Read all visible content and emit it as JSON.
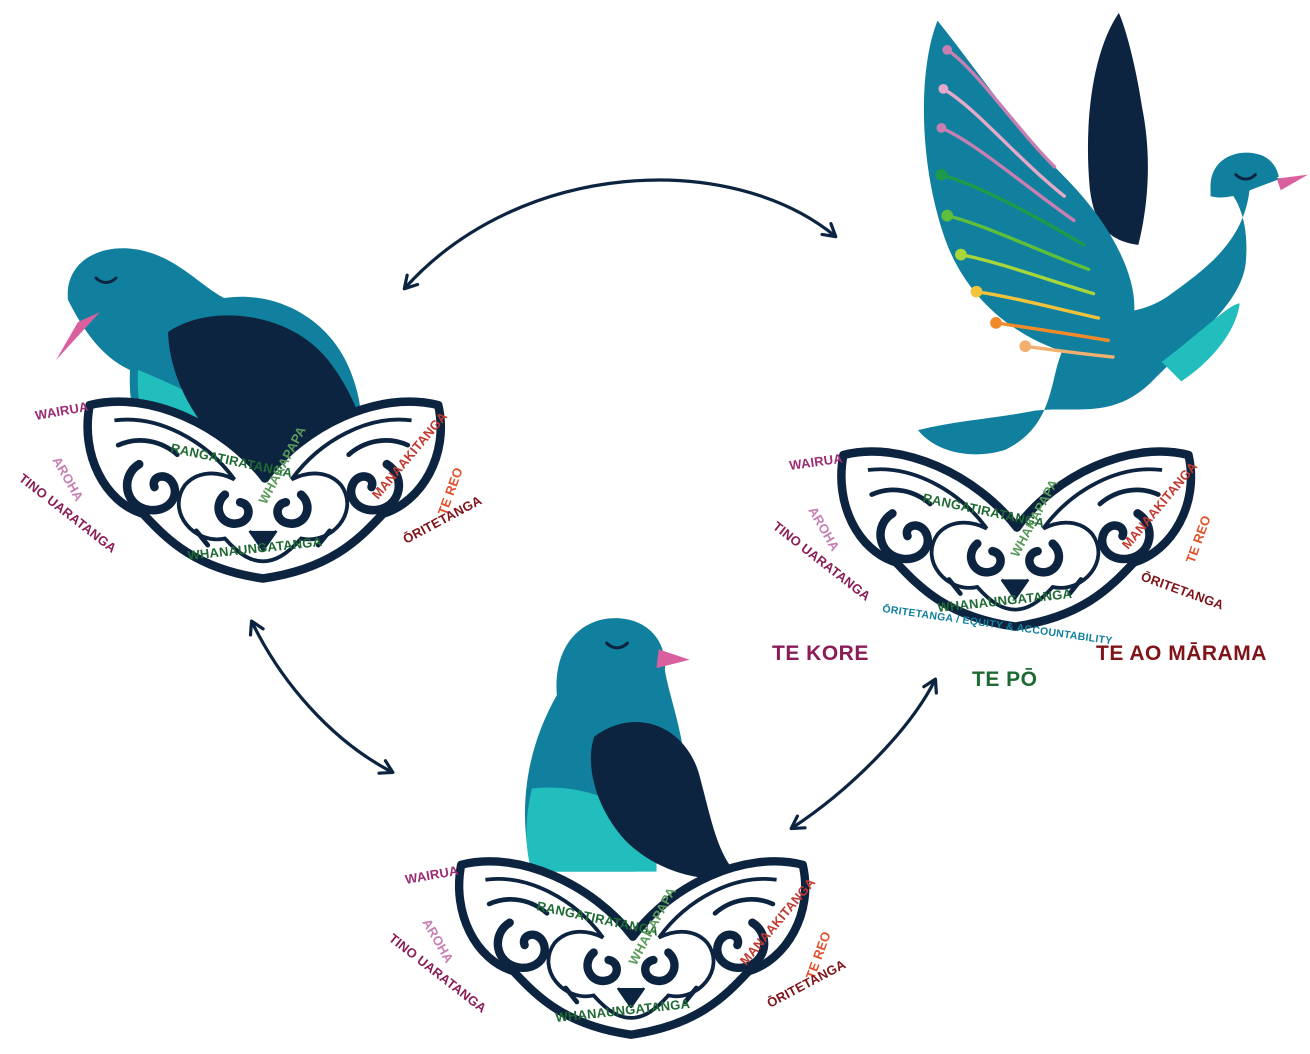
{
  "colors": {
    "navy": "#0c2440",
    "teal": "#11809e",
    "teal_light": "#22bdbd",
    "beak": "#d9609f",
    "wairua": "#9b2b73",
    "aroha": "#c77fb2",
    "tino_uaratanga": "#8a1d57",
    "rangatiratanga": "#1f6a33",
    "whakapapa": "#5a9a5a",
    "whanaungatanga": "#1f6a33",
    "manaakitanga": "#c2392f",
    "te_reo": "#e0512a",
    "oritetanga": "#7f1419",
    "te_kore": "#8a1d57",
    "te_po": "#1f6a33",
    "te_ao_marama": "#7f1419",
    "equity": "#11809e"
  },
  "nest_labels": {
    "wairua": "WAIRUA",
    "aroha": "AROHA",
    "tino_uaratanga": "TINO UARATANGA",
    "rangatiratanga": "RANGATIRATANGA",
    "whakapapa": "WHAKAPAPA",
    "whanaungatanga": "WHANAUNGATANGA",
    "manaakitanga": "MANAAKITANGA",
    "te_reo": "TE REO",
    "oritetanga": "ŌRITETANGA"
  },
  "captions": {
    "te_kore": "TE KORE",
    "te_po": "TE PŌ",
    "te_ao_marama": "TE AO MĀRAMA",
    "equity": "ŌRITETANGA / EQUITY & ACCOUNTABILITY"
  },
  "icons": {
    "cycle_arrows": "double-headed-arrow-icon",
    "bird": "kereru-bird-icon",
    "nest": "kowhaiwhai-nest-icon"
  }
}
